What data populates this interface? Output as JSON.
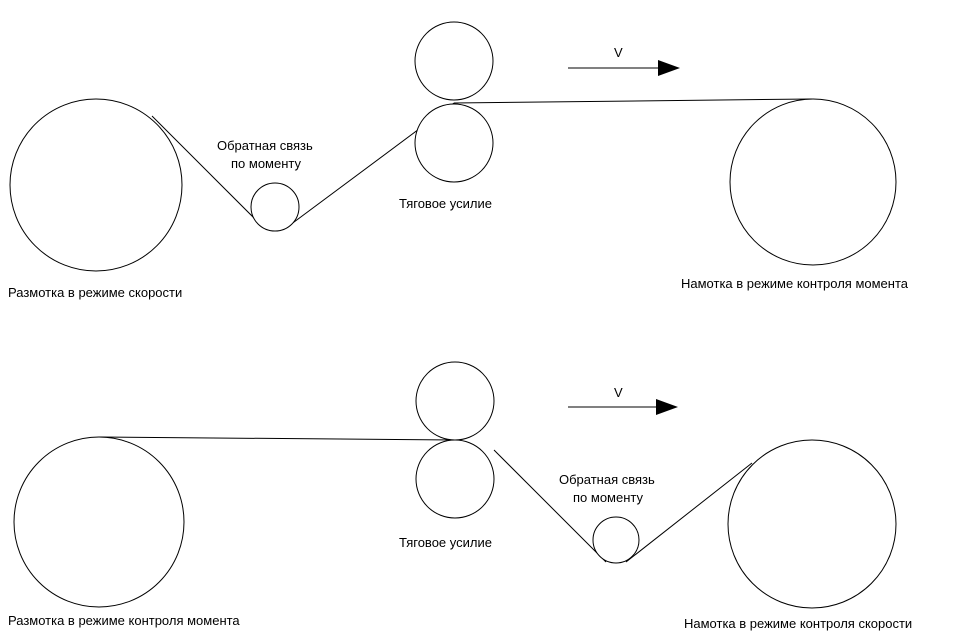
{
  "diagram_top": {
    "unwind_label": "Размотка в режиме скорости",
    "feedback_label_line1": "Обратная связь",
    "feedback_label_line2": "по моменту",
    "traction_label": "Тяговое усилие",
    "velocity_label": "V",
    "rewind_label": "Намотка в режиме контроля момента"
  },
  "diagram_bottom": {
    "unwind_label": "Размотка в режиме контроля момента",
    "feedback_label_line1": "Обратная связь",
    "feedback_label_line2": "по моменту",
    "traction_label": "Тяговое усилие",
    "velocity_label": "V",
    "rewind_label": "Намотка в режиме контроля скорости"
  },
  "colors": {
    "line": "#000000",
    "background": "#ffffff"
  }
}
